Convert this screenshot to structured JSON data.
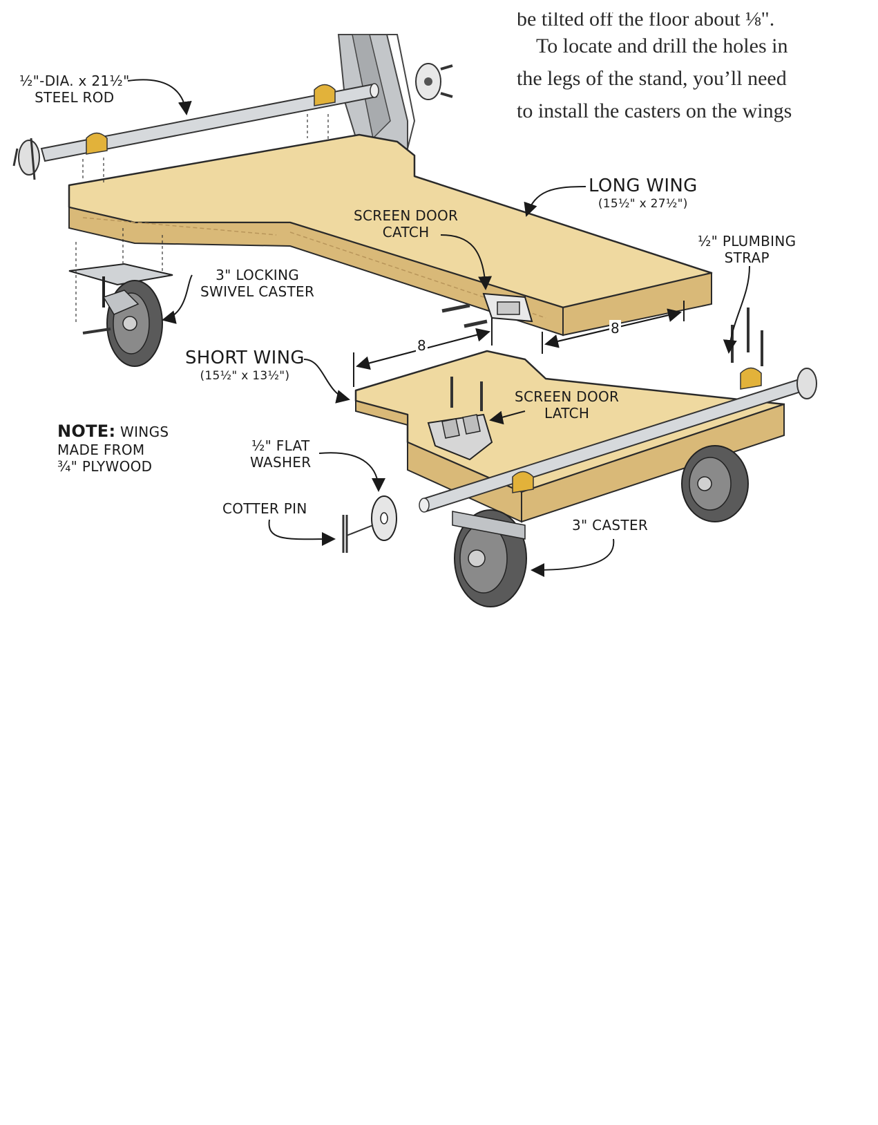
{
  "text": {
    "cut_line": "be tilted off the floor about ⅛\".",
    "lines": [
      "To locate and drill the holes in",
      "the legs of the stand, you’ll need",
      "to install the casters on the wings"
    ]
  },
  "labels": {
    "steel_rod_1": "½\"-DIA. x 21½\"",
    "steel_rod_2": "STEEL ROD",
    "long_wing_1": "LONG WING",
    "long_wing_2": "(15½\" x 27½\")",
    "catch_1": "SCREEN DOOR",
    "catch_2": "CATCH",
    "plumbing_1": "½\" PLUMBING",
    "plumbing_2": "STRAP",
    "swivel_1": "3\" LOCKING",
    "swivel_2": "SWIVEL CASTER",
    "short_wing_1": "SHORT WING",
    "short_wing_2": "(15½\" x 13½\")",
    "latch_1": "SCREEN DOOR",
    "latch_2": "LATCH",
    "note_bold": "NOTE:",
    "note_1": "WINGS",
    "note_2": "MADE FROM",
    "note_3": "¾\" PLYWOOD",
    "washer_1": "½\" FLAT",
    "washer_2": "WASHER",
    "cotter": "COTTER PIN",
    "caster": "3\" CASTER",
    "dim_a": "8",
    "dim_b": "8"
  },
  "colors": {
    "plywood_top": "#efd9a0",
    "plywood_edge": "#d9b978",
    "steel": "#d6d9dc",
    "metal": "#b8bcc0",
    "brass": "#e2b23a",
    "tire": "#5a5a5a",
    "ink": "#1a1a1a"
  }
}
